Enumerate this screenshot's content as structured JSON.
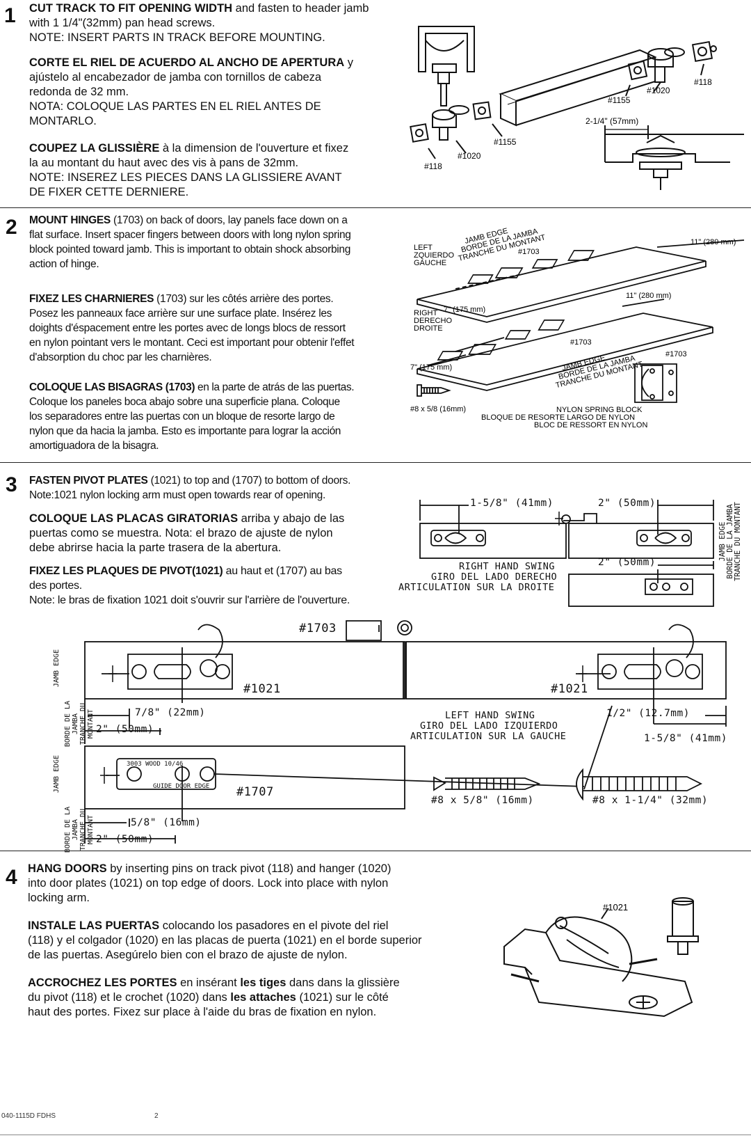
{
  "s1": {
    "num": "1",
    "en_b": "CUT TRACK TO FIT OPENING WIDTH",
    "en_1": " and fasten to header jamb",
    "en_2": "with 1 1/4\"(32mm) pan head screws.",
    "en_3": "NOTE: INSERT PARTS  IN TRACK BEFORE MOUNTING.",
    "es_b": "CORTE EL RIEL DE ACUERDO AL ANCHO DE APERTURA",
    "es_1": " y",
    "es_2": "ajústelo al encabezador de jamba con tornillos de cabeza",
    "es_3": "redonda de 32 mm.",
    "es_4": "NOTA: COLOQUE LAS PARTES EN EL RIEL ANTES DE",
    "es_5": "MONTARLO.",
    "fr_b": "COUPEZ LA GLISSIÈRE",
    "fr_1": " à la dimension de l'ouverture et fixez",
    "fr_2": "la au montant du haut avec des vis à pans de 32mm.",
    "fr_3": "NOTE: INSEREZ LES PIECES DANS LA GLISSIERE AVANT",
    "fr_4": "DE FIXER CETTE DERNIERE.",
    "fig": {
      "l118a": "#118",
      "l1020a": "#1020",
      "l1155a": "#1155",
      "l1155b": "#1155",
      "l1020b": "#1020",
      "l118b": "#118",
      "dim": "2-1/4\" (57mm)"
    }
  },
  "s2": {
    "num": "2",
    "en_b": "MOUNT HINGES",
    "en_1": " (1703) on back of doors, lay panels face down on a",
    "en_2": "flat surface. Insert spacer fingers between doors with long nylon spring",
    "en_3": "block pointed toward jamb. This is important to obtain shock absorbing",
    "en_4": "action of hinge.",
    "fr_b": "FIXEZ LES CHARNIERES",
    "fr_1": " (1703) sur les côtés arrière des portes.",
    "fr_2": "Posez les panneaux face arrière sur une surface plate. Insérez les",
    "fr_3": "doights d'éspacement  entre les portes avec de longs blocs de ressort",
    "fr_4": "en nylon pointant vers le montant. Ceci est important pour obtenir l'effet",
    "fr_5": "d'absorption du choc par les charnières.",
    "es_b": "COLOQUE LAS BISAGRAS (1703)",
    "es_1": " en la parte de atrás de las puertas.",
    "es_2": "Coloque los paneles boca abajo sobre una superficie plana. Coloque",
    "es_3": "los separadores entre las puertas con un bloque de resorte largo de",
    "es_4": "nylon que da hacia la jamba. Esto es importante para lograr la acción",
    "es_5": "amortiguadora de la bisagra.",
    "fig": {
      "left_1": "LEFT",
      "left_2": "ZQUIERDO",
      "left_3": "GAUCHE",
      "right_1": "RIGHT",
      "right_2": "DERECHO",
      "right_3": "DROITE",
      "jamb_1": "JAMB EDGE",
      "jamb_2": "BORDE DE LA JAMBA",
      "jamb_3": "TRANCHE DU MONTANT",
      "jamb2_1": "JAMB EDGE",
      "jamb2_2": "BORDE DE LA JAMBA",
      "jamb2_3": "TRANCHE DU MONTANT",
      "h1": "#1703",
      "h2": "#1703",
      "h3": "#1703",
      "d11a": "11\" (280 mm)",
      "d11b": "11\" (280 mm)",
      "d7a": "7\" (175 mm)",
      "d7b": "7\" (175 mm)",
      "screw": "#8 x 5/8 (16mm)",
      "nylon_1": "NYLON SPRING BLOCK",
      "nylon_2": "BLOQUE DE RESORTE LARGO DE NYLON",
      "nylon_3": "BLOC DE RESSORT EN NYLON"
    }
  },
  "s3": {
    "num": "3",
    "en_b": "FASTEN PIVOT PLATES",
    "en_1": " (1021) to top and (1707) to bottom of doors.",
    "en_2": "Note:1021 nylon locking arm must open towards rear of opening.",
    "es_b": "COLOQUE LAS PLACAS GIRATORIAS",
    "es_1": " arriba y abajo de las",
    "es_2": "puertas como se muestra.  Nota: el brazo de ajuste de nylon",
    "es_3": "debe abrirse hacia la parte trasera de la abertura.",
    "fr_b": "FIXEZ LES PLAQUES DE PIVOT(1021)",
    "fr_1": " au haut et (1707) au bas",
    "fr_2": "des portes.",
    "fr_3": "Note: le bras de fixation 1021 doit s'ouvrir sur l'arrière de l'ouverture.",
    "fig": {
      "d158": "1-5/8\" (41mm)",
      "d2a": "2\" (50mm)",
      "d2b": "2\" (50mm)",
      "rhs_1": "RIGHT HAND SWING",
      "rhs_2": "GIRO DEL LADO DERECHO",
      "rhs_3": "ARTICULATION SUR LA DROITE",
      "jamb_1": "JAMB EDGE",
      "jamb_2": "BORDE DE LA JAMBA",
      "jamb_3": "TRANCHE DU MONTANT",
      "h1703": "#1703",
      "p1021a": "#1021",
      "p1021b": "#1021",
      "d78": "7/8\" (22mm)",
      "d2c": "2\" (50mm)",
      "lhs_1": "LEFT HAND SWING",
      "lhs_2": "GIRO DEL LADO IZQUIERDO",
      "lhs_3": "ARTICULATION SUR LA GAUCHE",
      "d12": "1/2\" (12.7mm)",
      "d158b": "1-5/8\" (41mm)",
      "p1707": "#1707",
      "d58": "5/8\" (16mm)",
      "d2d": "2\" (50mm)",
      "screw_a": "#8 x 5/8\" (16mm)",
      "screw_b": "#8 x 1-1/4\" (32mm)",
      "plate_text_1": "3003 WOOD 10/46",
      "plate_text_2": "GUIDE DOOR EDGE"
    }
  },
  "s4": {
    "num": "4",
    "en_b": "HANG DOORS",
    "en_1": " by inserting pins on track pivot (118) and hanger (1020)",
    "en_2": "into door plates (1021)  on top edge of doors. Lock into place with nylon",
    "en_3": "locking arm.",
    "es_b": "INSTALE LAS PUERTAS",
    "es_1": " colocando los pasadores en el pivote del riel",
    "es_2": "(118) y el colgador (1020) en las placas de puerta (1021) en el borde superior",
    "es_3": "de las puertas. Asegúrelo bien con el brazo de ajuste de nylon.",
    "fr_b": "ACCROCHEZ LES PORTES",
    "fr_1": " en insérant ",
    "fr_b2": "les tiges",
    "fr_2": " dans dans la glissière",
    "fr_3": "du pivot (118) et le crochet (1020) dans ",
    "fr_b3": "les attaches",
    "fr_4": " (1021)  sur le côté",
    "fr_5": "haut des portes. Fixez sur place à l'aide du bras de fixation en nylon.",
    "fig": {
      "l1021": "#1021"
    }
  },
  "footer": {
    "left": "040-1115D FDHS",
    "right": "2"
  }
}
